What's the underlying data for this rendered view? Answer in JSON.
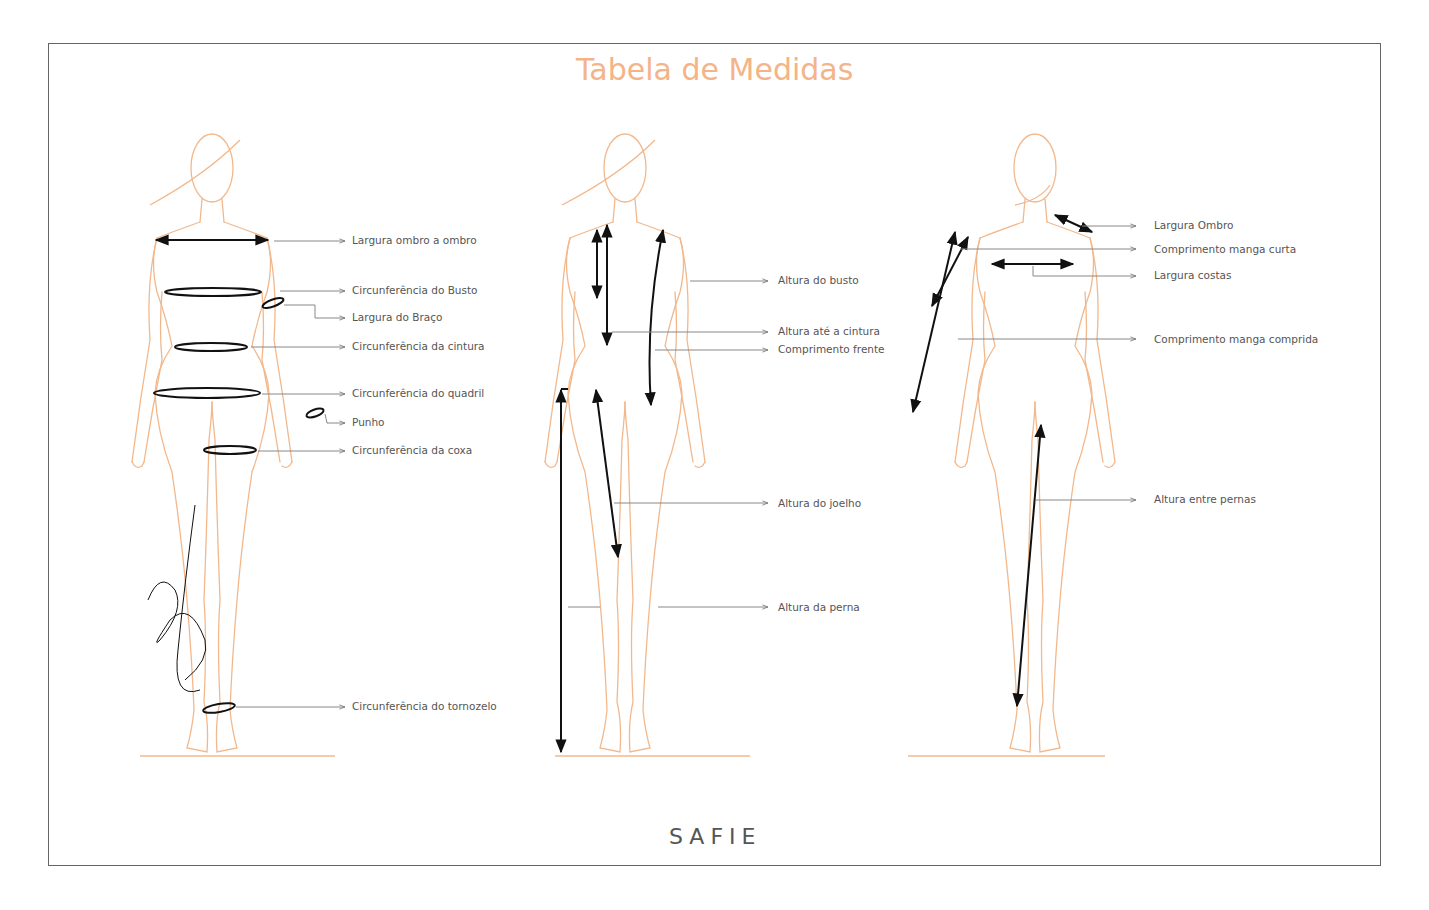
{
  "diagram": {
    "title": "Tabela de Medidas",
    "labels": [
      "Largura ombro a ombro",
      "Circunferência do Busto",
      "Largura do Braço",
      "Circunferência da cintura",
      "Circunferência do quadril",
      "Punho",
      "Circunferência da coxa",
      "Circunferência do tornozelo",
      "Altura do busto",
      "Altura até a cintura",
      "Comprimento frente",
      "Altura do joelho",
      "Altura da perna",
      "Largura Ombro",
      "Comprimento manga curta",
      "Largura costas",
      "Comprimento manga comprida",
      "Altura entre pernas",
      "SAFIE"
    ]
  }
}
